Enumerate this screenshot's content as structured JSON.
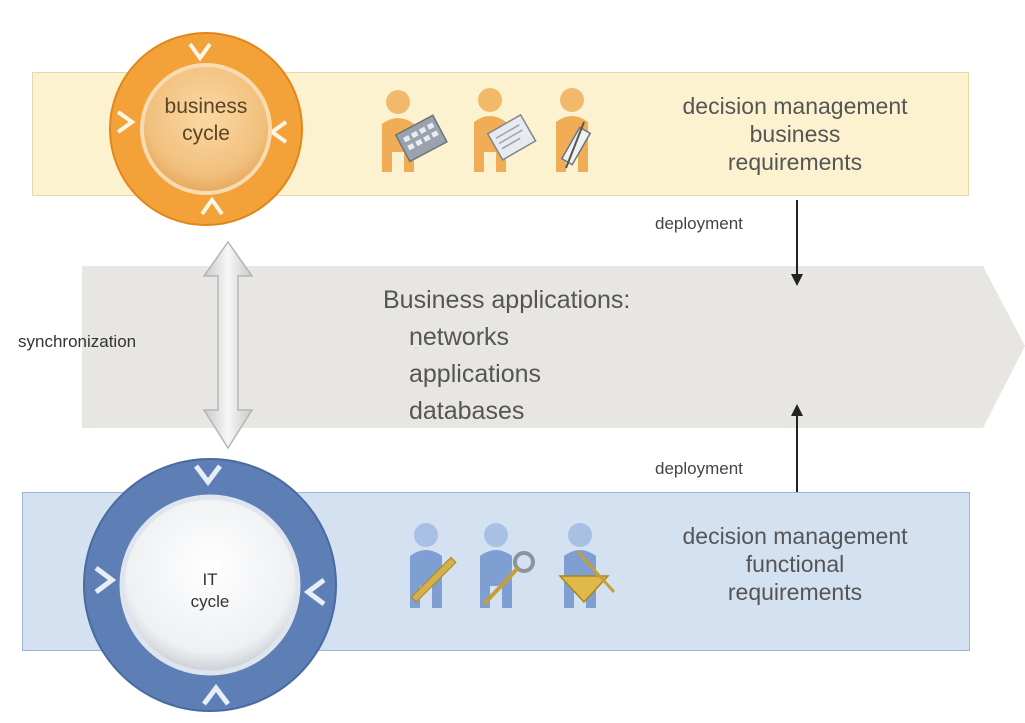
{
  "business_band": {
    "requirements_lines": [
      "decision management",
      "business",
      "requirements"
    ],
    "color": "#fdf2cf"
  },
  "it_band": {
    "requirements_lines": [
      "decision management",
      "functional",
      "requirements"
    ],
    "color": "#d4e1f1"
  },
  "business_cycle": {
    "label_lines": [
      "business",
      "cycle"
    ],
    "ring_color": "#f0961e"
  },
  "it_cycle": {
    "label_lines": [
      "IT",
      "cycle"
    ],
    "ring_color": "#5d7fb6"
  },
  "applications": {
    "heading": "Business applications:",
    "items": [
      "networks",
      "applications",
      "databases"
    ],
    "color": "#e8e6e2"
  },
  "links": {
    "deployment_top": "deployment",
    "deployment_bottom": "deployment",
    "synchronization": "synchronization"
  },
  "icons": {
    "business_people": [
      "person-calculator-icon",
      "person-document-icon",
      "person-pen-icon"
    ],
    "it_people": [
      "person-ruler-icon",
      "person-wrench-icon",
      "person-set-square-icon"
    ]
  }
}
